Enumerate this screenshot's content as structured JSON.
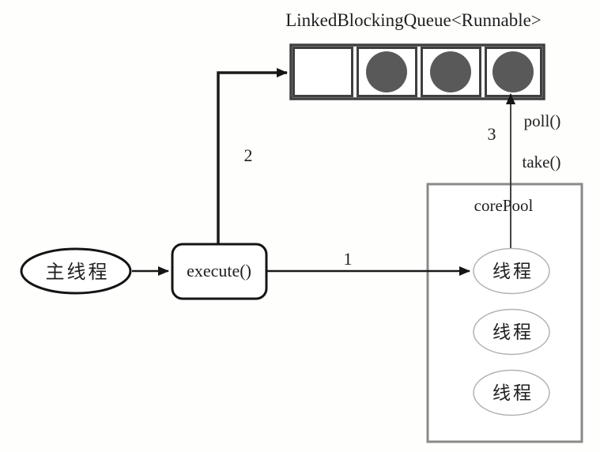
{
  "title": "LinkedBlockingQueue<Runnable>",
  "queue": {
    "slots": [
      {
        "filled": false
      },
      {
        "filled": true
      },
      {
        "filled": true
      },
      {
        "filled": true
      }
    ]
  },
  "nodes": {
    "main_thread": "主线程",
    "execute": "execute()",
    "core_pool": "corePool",
    "threads": [
      "线程",
      "线程",
      "线程"
    ]
  },
  "arrows": {
    "step1": "1",
    "step2": "2",
    "step3": "3",
    "poll": "poll()",
    "take": "take()"
  },
  "colors": {
    "task_fill": "#595959",
    "queue_border": "#3f3f3f",
    "pool_border": "#8a8a8a",
    "thread_border": "#b3b3b3",
    "node_border": "#141414",
    "line": "#1a1a1a",
    "line_thin": "#2e2e2e"
  }
}
